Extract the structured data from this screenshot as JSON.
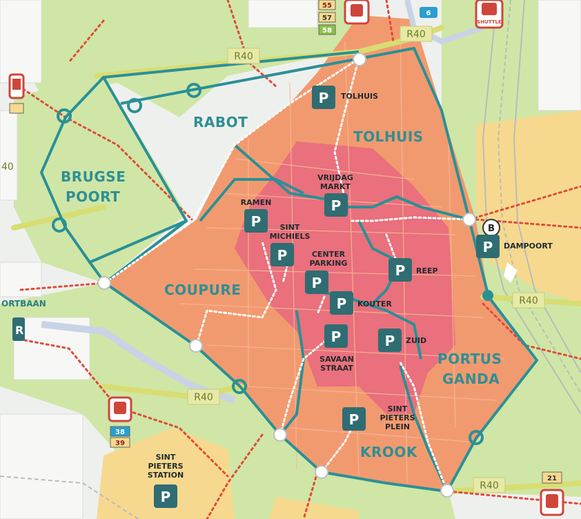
{
  "colors": {
    "background": "#ffffff",
    "green_zone": "#cde5a2",
    "green_dark": "#b8d98a",
    "yellow_zone": "#f6d98e",
    "orange_zone": "#f29a6f",
    "red_zone": "#e97080",
    "ring_road": "#2a9096",
    "parking_sign": "#2f6d73",
    "dotted_route": "#e04a3a"
  },
  "districts": [
    {
      "name": "RABOT"
    },
    {
      "name": "TOLHUIS"
    },
    {
      "name": "BRUGSE"
    },
    {
      "name": "POORT"
    },
    {
      "name": "COUPURE"
    },
    {
      "name": "PORTUS"
    },
    {
      "name": "GANDA"
    },
    {
      "name": "KROOK"
    }
  ],
  "parkings": [
    {
      "name": "TOLHUIS",
      "lines": [
        "TOLHUIS"
      ]
    },
    {
      "name": "VRIJDAG MARKT",
      "lines": [
        "VRIJDAG",
        "MARKT"
      ]
    },
    {
      "name": "RAMEN",
      "lines": [
        "RAMEN"
      ]
    },
    {
      "name": "SINT MICHIELS",
      "lines": [
        "SINT",
        "MICHIELS"
      ]
    },
    {
      "name": "CENTER PARKING",
      "lines": [
        "CENTER",
        "PARKING"
      ]
    },
    {
      "name": "REEP",
      "lines": [
        "REEP"
      ]
    },
    {
      "name": "KOUTER",
      "lines": [
        "KOUTER"
      ]
    },
    {
      "name": "SAVAAN STRAAT",
      "lines": [
        "SAVAAN",
        "STRAAT"
      ]
    },
    {
      "name": "ZUID",
      "lines": [
        "ZUID"
      ]
    },
    {
      "name": "SINT PIETERS PLEIN",
      "lines": [
        "SINT",
        "PIETERS",
        "PLEIN"
      ]
    },
    {
      "name": "DAMPOORT",
      "lines": [
        "DAMPOORT"
      ]
    },
    {
      "name": "SINT PIETERS STATION",
      "lines": [
        "SINT",
        "PIETERS",
        "STATION"
      ]
    }
  ],
  "parking_symbol": "P",
  "road_labels": [
    "R40",
    "R40",
    "R40",
    "R40",
    "R40"
  ],
  "bus_numbers": [
    "55",
    "57",
    "58",
    "6",
    "38",
    "39",
    "21"
  ],
  "shuttle_label": "SHUTTLE",
  "station_badge": "B",
  "edge_fragments": [
    "40",
    "ORTBAAN",
    "R"
  ]
}
